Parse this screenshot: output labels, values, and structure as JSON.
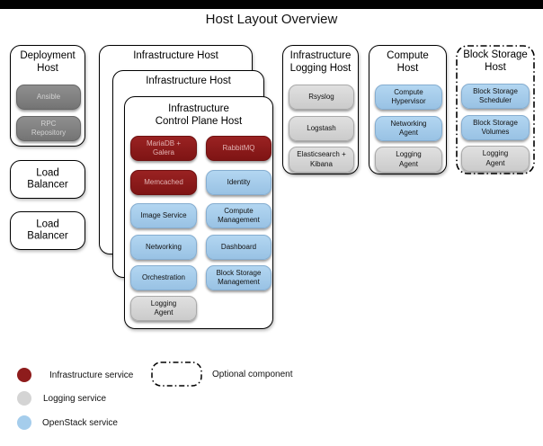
{
  "page": {
    "title": "Host Layout Overview"
  },
  "colors": {
    "infrastructure_service": "#8e1c1c",
    "logging_service": "#d4d4d4",
    "openstack_service": "#a5cdec",
    "deployment_service": "#828282"
  },
  "hosts": {
    "deployment": {
      "title": "Deployment\nHost",
      "services": [
        {
          "label": "Ansible",
          "type": "deployment"
        },
        {
          "label": "RPC\nRepository",
          "type": "deployment"
        }
      ]
    },
    "load_balancer_1": {
      "title": "Load\nBalancer"
    },
    "load_balancer_2": {
      "title": "Load\nBalancer"
    },
    "infra_back": {
      "title": "Infrastructure Host"
    },
    "infra_mid": {
      "title": "Infrastructure Host"
    },
    "control_plane": {
      "title": "Infrastructure\nControl Plane Host",
      "services": [
        {
          "label": "MariaDB +\nGalera",
          "type": "infrastructure"
        },
        {
          "label": "RabbitMQ",
          "type": "infrastructure"
        },
        {
          "label": "Memcached",
          "type": "infrastructure"
        },
        {
          "label": "Identity",
          "type": "openstack"
        },
        {
          "label": "Image Service",
          "type": "openstack"
        },
        {
          "label": "Compute\nManagement",
          "type": "openstack"
        },
        {
          "label": "Networking",
          "type": "openstack"
        },
        {
          "label": "Dashboard",
          "type": "openstack"
        },
        {
          "label": "Orchestration",
          "type": "openstack"
        },
        {
          "label": "Block Storage\nManagement",
          "type": "openstack"
        },
        {
          "label": "Logging\nAgent",
          "type": "logging"
        }
      ]
    },
    "infra_logging": {
      "title": "Infrastructure\nLogging Host",
      "services": [
        {
          "label": "Rsyslog",
          "type": "logging"
        },
        {
          "label": "Logstash",
          "type": "logging"
        },
        {
          "label": "Elasticsearch +\nKibana",
          "type": "logging"
        }
      ]
    },
    "compute": {
      "title": "Compute\nHost",
      "services": [
        {
          "label": "Compute\nHypervisor",
          "type": "openstack"
        },
        {
          "label": "Networking\nAgent",
          "type": "openstack"
        },
        {
          "label": "Logging\nAgent",
          "type": "logging"
        }
      ]
    },
    "block_storage": {
      "title": "Block Storage\nHost",
      "optional": true,
      "services": [
        {
          "label": "Block Storage\nScheduler",
          "type": "openstack"
        },
        {
          "label": "Block Storage\nVolumes",
          "type": "openstack"
        },
        {
          "label": "Logging\nAgent",
          "type": "logging"
        }
      ]
    }
  },
  "legend": {
    "items": [
      {
        "label": "Infrastructure service",
        "color": "#8e1c1c"
      },
      {
        "label": "Logging service",
        "color": "#d4d4d4"
      },
      {
        "label": "OpenStack service",
        "color": "#a5cdec"
      }
    ],
    "optional_label": "Optional component"
  }
}
